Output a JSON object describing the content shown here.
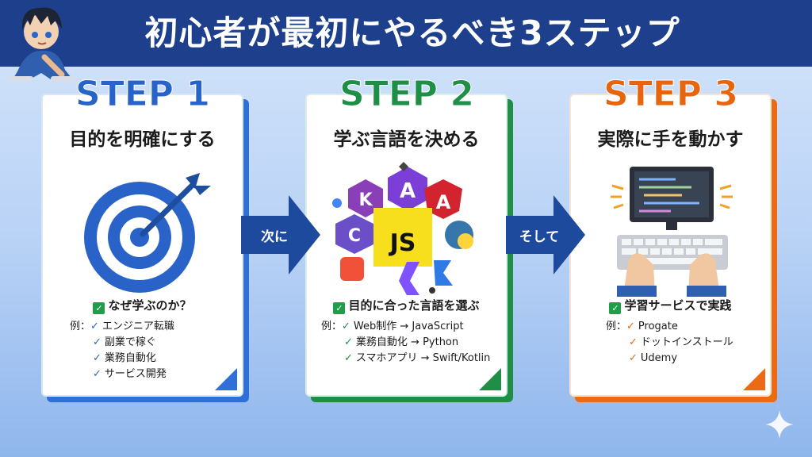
{
  "header": {
    "title": "初心者が最初にやるべき3ステップ"
  },
  "colors": {
    "header_bg": "#1d3f8c",
    "step1": "#2863c9",
    "step2": "#1f8f47",
    "step3": "#e8650f",
    "check": "#1f9e4a"
  },
  "steps": [
    {
      "title": "STEP 1",
      "subtitle": "目的を明確にする",
      "icon": "target-icon",
      "check": "なぜ学ぶのか？",
      "example_label": "例：",
      "items": [
        "エンジニア転職",
        "副業で稼ぐ",
        "業務自動化",
        "サービス開発"
      ]
    },
    {
      "title": "STEP 2",
      "subtitle": "学ぶ言語を決める",
      "icon": "programming-languages-icon",
      "badge": "JS",
      "check": "目的に合った言語を選ぶ",
      "example_label": "例：",
      "items": [
        "Web制作 → JavaScript",
        "業務自動化 → Python",
        "スマホアプリ → Swift/Kotlin"
      ]
    },
    {
      "title": "STEP 3",
      "subtitle": "実際に手を動かす",
      "icon": "typing-computer-icon",
      "check": "学習サービスで実践",
      "example_label": "例：",
      "items": [
        "Progate",
        "ドットインストール",
        "Udemy"
      ]
    }
  ],
  "arrows": [
    {
      "label": "次に"
    },
    {
      "label": "そして"
    }
  ]
}
